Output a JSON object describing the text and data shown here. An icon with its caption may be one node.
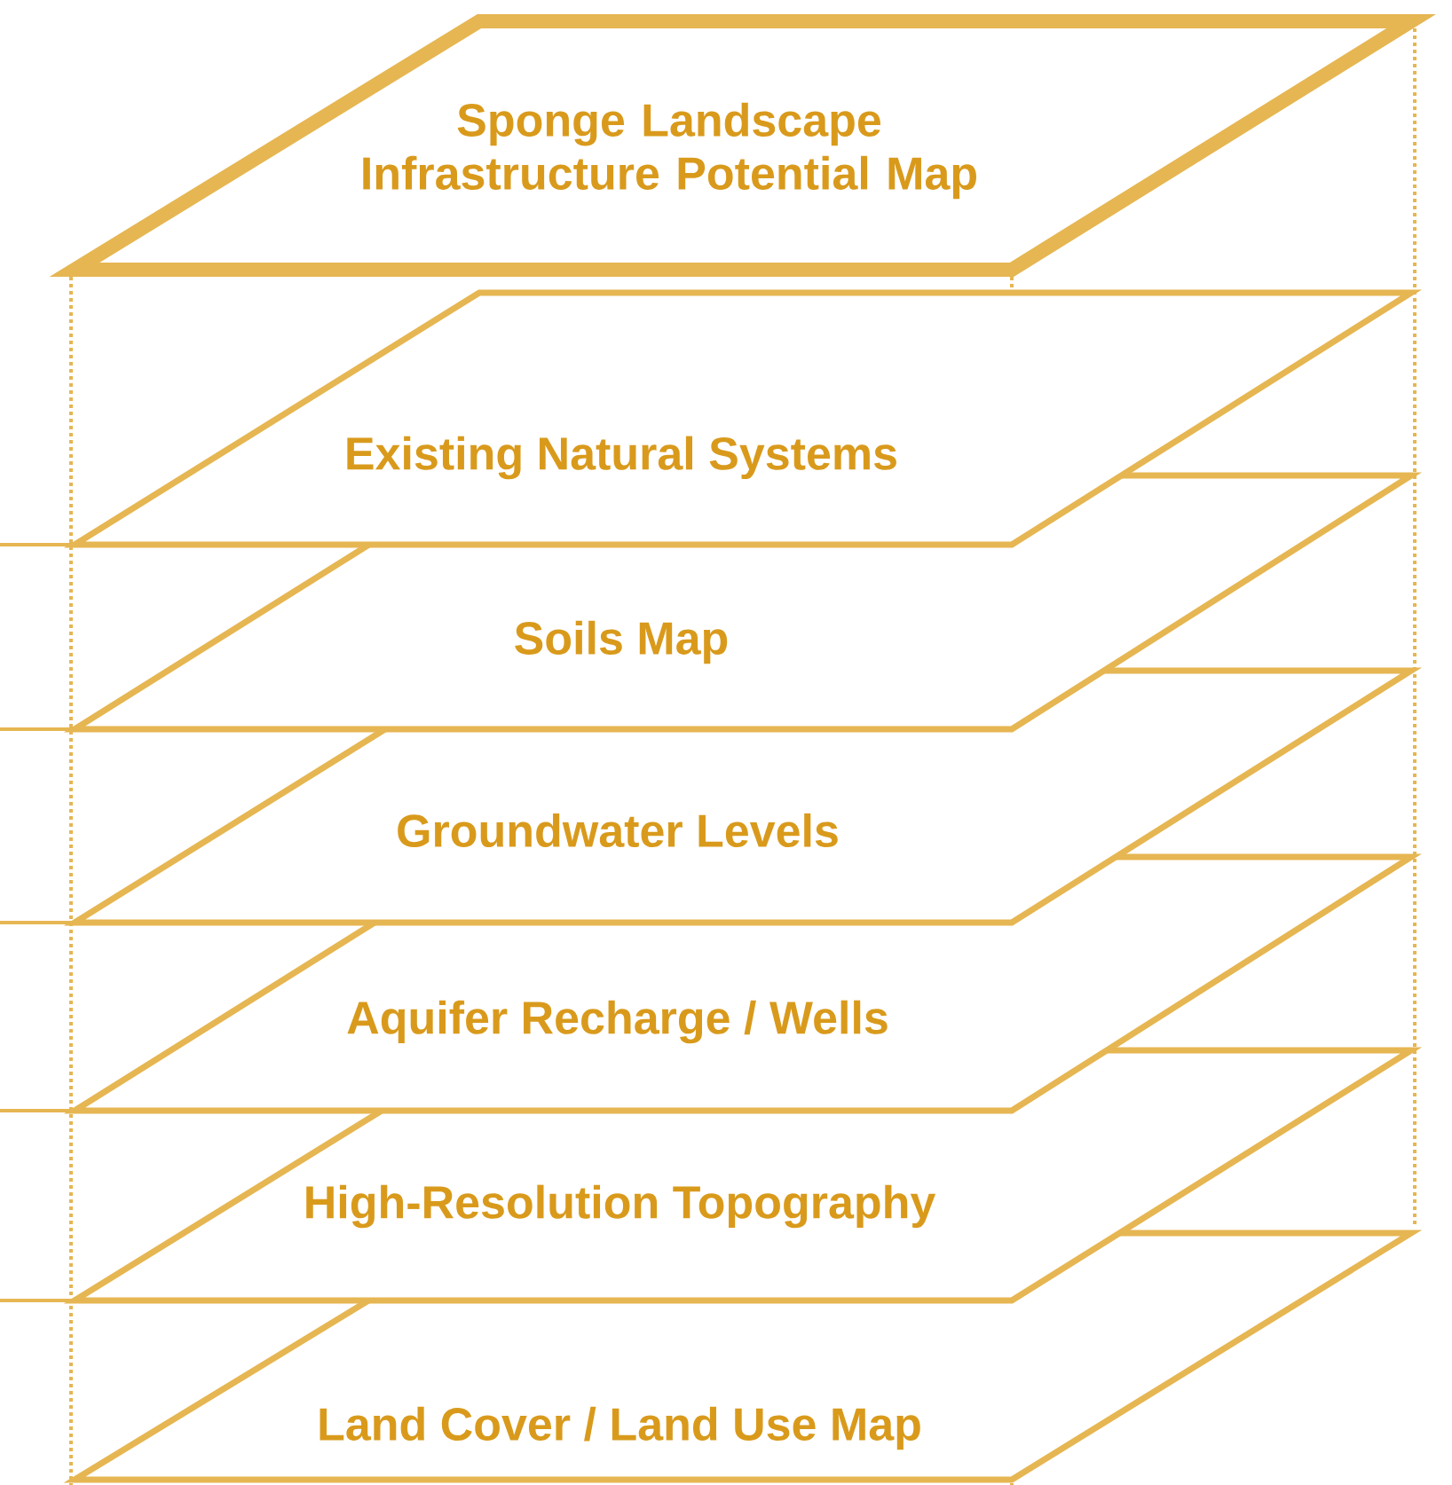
{
  "diagram": {
    "nodes": [
      {
        "text": [
          "Sponge Landscape Infrastructure Potential Map"
        ]
      },
      {
        "text": [
          "Existing Natural Systems"
        ]
      },
      {
        "text": [
          "Soils Map"
        ]
      },
      {
        "text": [
          "Groundwater Levels"
        ]
      },
      {
        "text": [
          "Aquifer Recharge / Wells"
        ]
      },
      {
        "text": [
          "High-Resolution Topography"
        ]
      },
      {
        "text": [
          "Land Cover / Land Use Map"
        ]
      }
    ]
  }
}
